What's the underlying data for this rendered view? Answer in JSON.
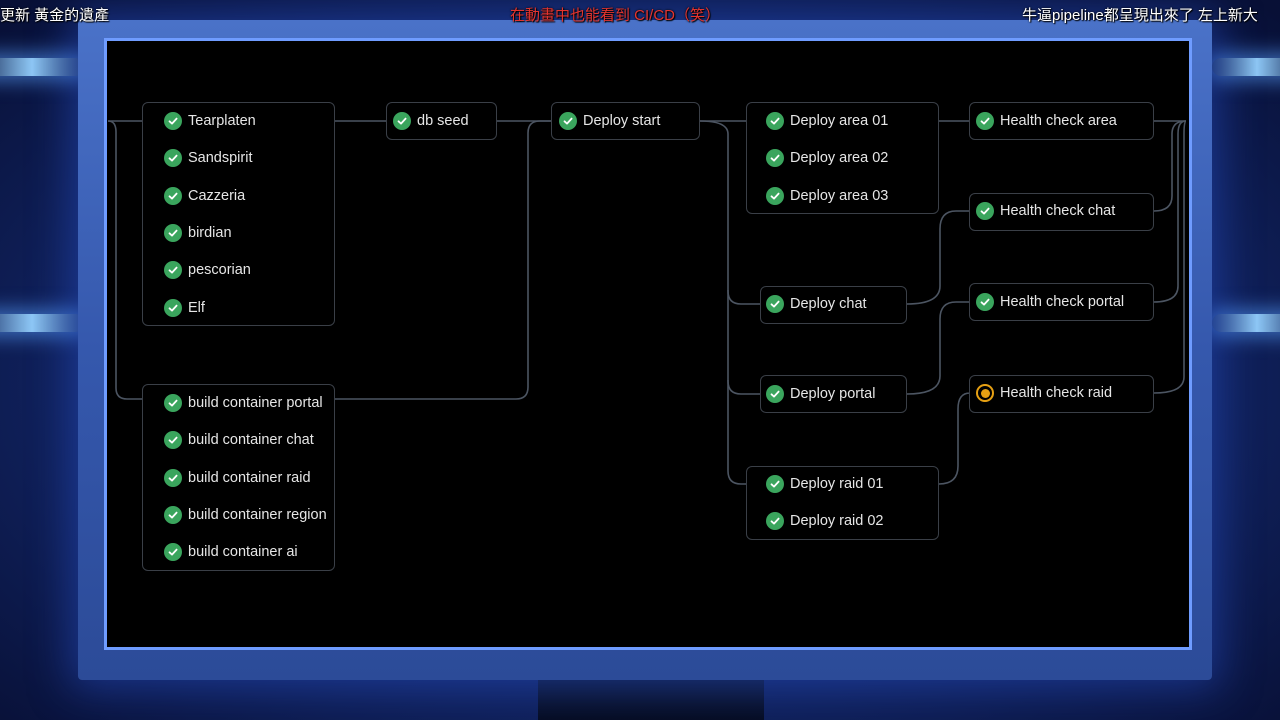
{
  "captions": {
    "left": "更新 黃金的遺產",
    "center": "在動畫中也能看到 CI/CD（笑）",
    "right": "牛逼pipeline都呈現出來了  左上新大"
  },
  "colors": {
    "success": "#3aa55d",
    "running": "#e6a013",
    "screen": "#000000",
    "connector": "#4c5562"
  },
  "pipeline": {
    "stage1a": {
      "jobs": [
        {
          "label": "Tearplaten",
          "status": "success"
        },
        {
          "label": "Sandspirit",
          "status": "success"
        },
        {
          "label": "Cazzeria",
          "status": "success"
        },
        {
          "label": "birdian",
          "status": "success"
        },
        {
          "label": "pescorian",
          "status": "success"
        },
        {
          "label": "Elf",
          "status": "success"
        }
      ]
    },
    "stage1b": {
      "jobs": [
        {
          "label": "build container portal",
          "status": "success"
        },
        {
          "label": "build container chat",
          "status": "success"
        },
        {
          "label": "build container raid",
          "status": "success"
        },
        {
          "label": "build container region",
          "status": "success"
        },
        {
          "label": "build container ai",
          "status": "success"
        }
      ]
    },
    "stage2": {
      "jobs": [
        {
          "label": "db seed",
          "status": "success"
        }
      ]
    },
    "stage3": {
      "jobs": [
        {
          "label": "Deploy start",
          "status": "success"
        }
      ]
    },
    "stage4_area": {
      "jobs": [
        {
          "label": "Deploy area 01",
          "status": "success"
        },
        {
          "label": "Deploy area 02",
          "status": "success"
        },
        {
          "label": "Deploy area 03",
          "status": "success"
        }
      ]
    },
    "stage4_chat": {
      "jobs": [
        {
          "label": "Deploy chat",
          "status": "success"
        }
      ]
    },
    "stage4_portal": {
      "jobs": [
        {
          "label": "Deploy portal",
          "status": "success"
        }
      ]
    },
    "stage4_raid": {
      "jobs": [
        {
          "label": "Deploy raid 01",
          "status": "success"
        },
        {
          "label": "Deploy raid 02",
          "status": "success"
        }
      ]
    },
    "stage5_area": {
      "jobs": [
        {
          "label": "Health check area",
          "status": "success"
        }
      ]
    },
    "stage5_chat": {
      "jobs": [
        {
          "label": "Health check chat",
          "status": "success"
        }
      ]
    },
    "stage5_portal": {
      "jobs": [
        {
          "label": "Health check portal",
          "status": "success"
        }
      ]
    },
    "stage5_raid": {
      "jobs": [
        {
          "label": "Health check raid",
          "status": "running"
        }
      ]
    }
  }
}
